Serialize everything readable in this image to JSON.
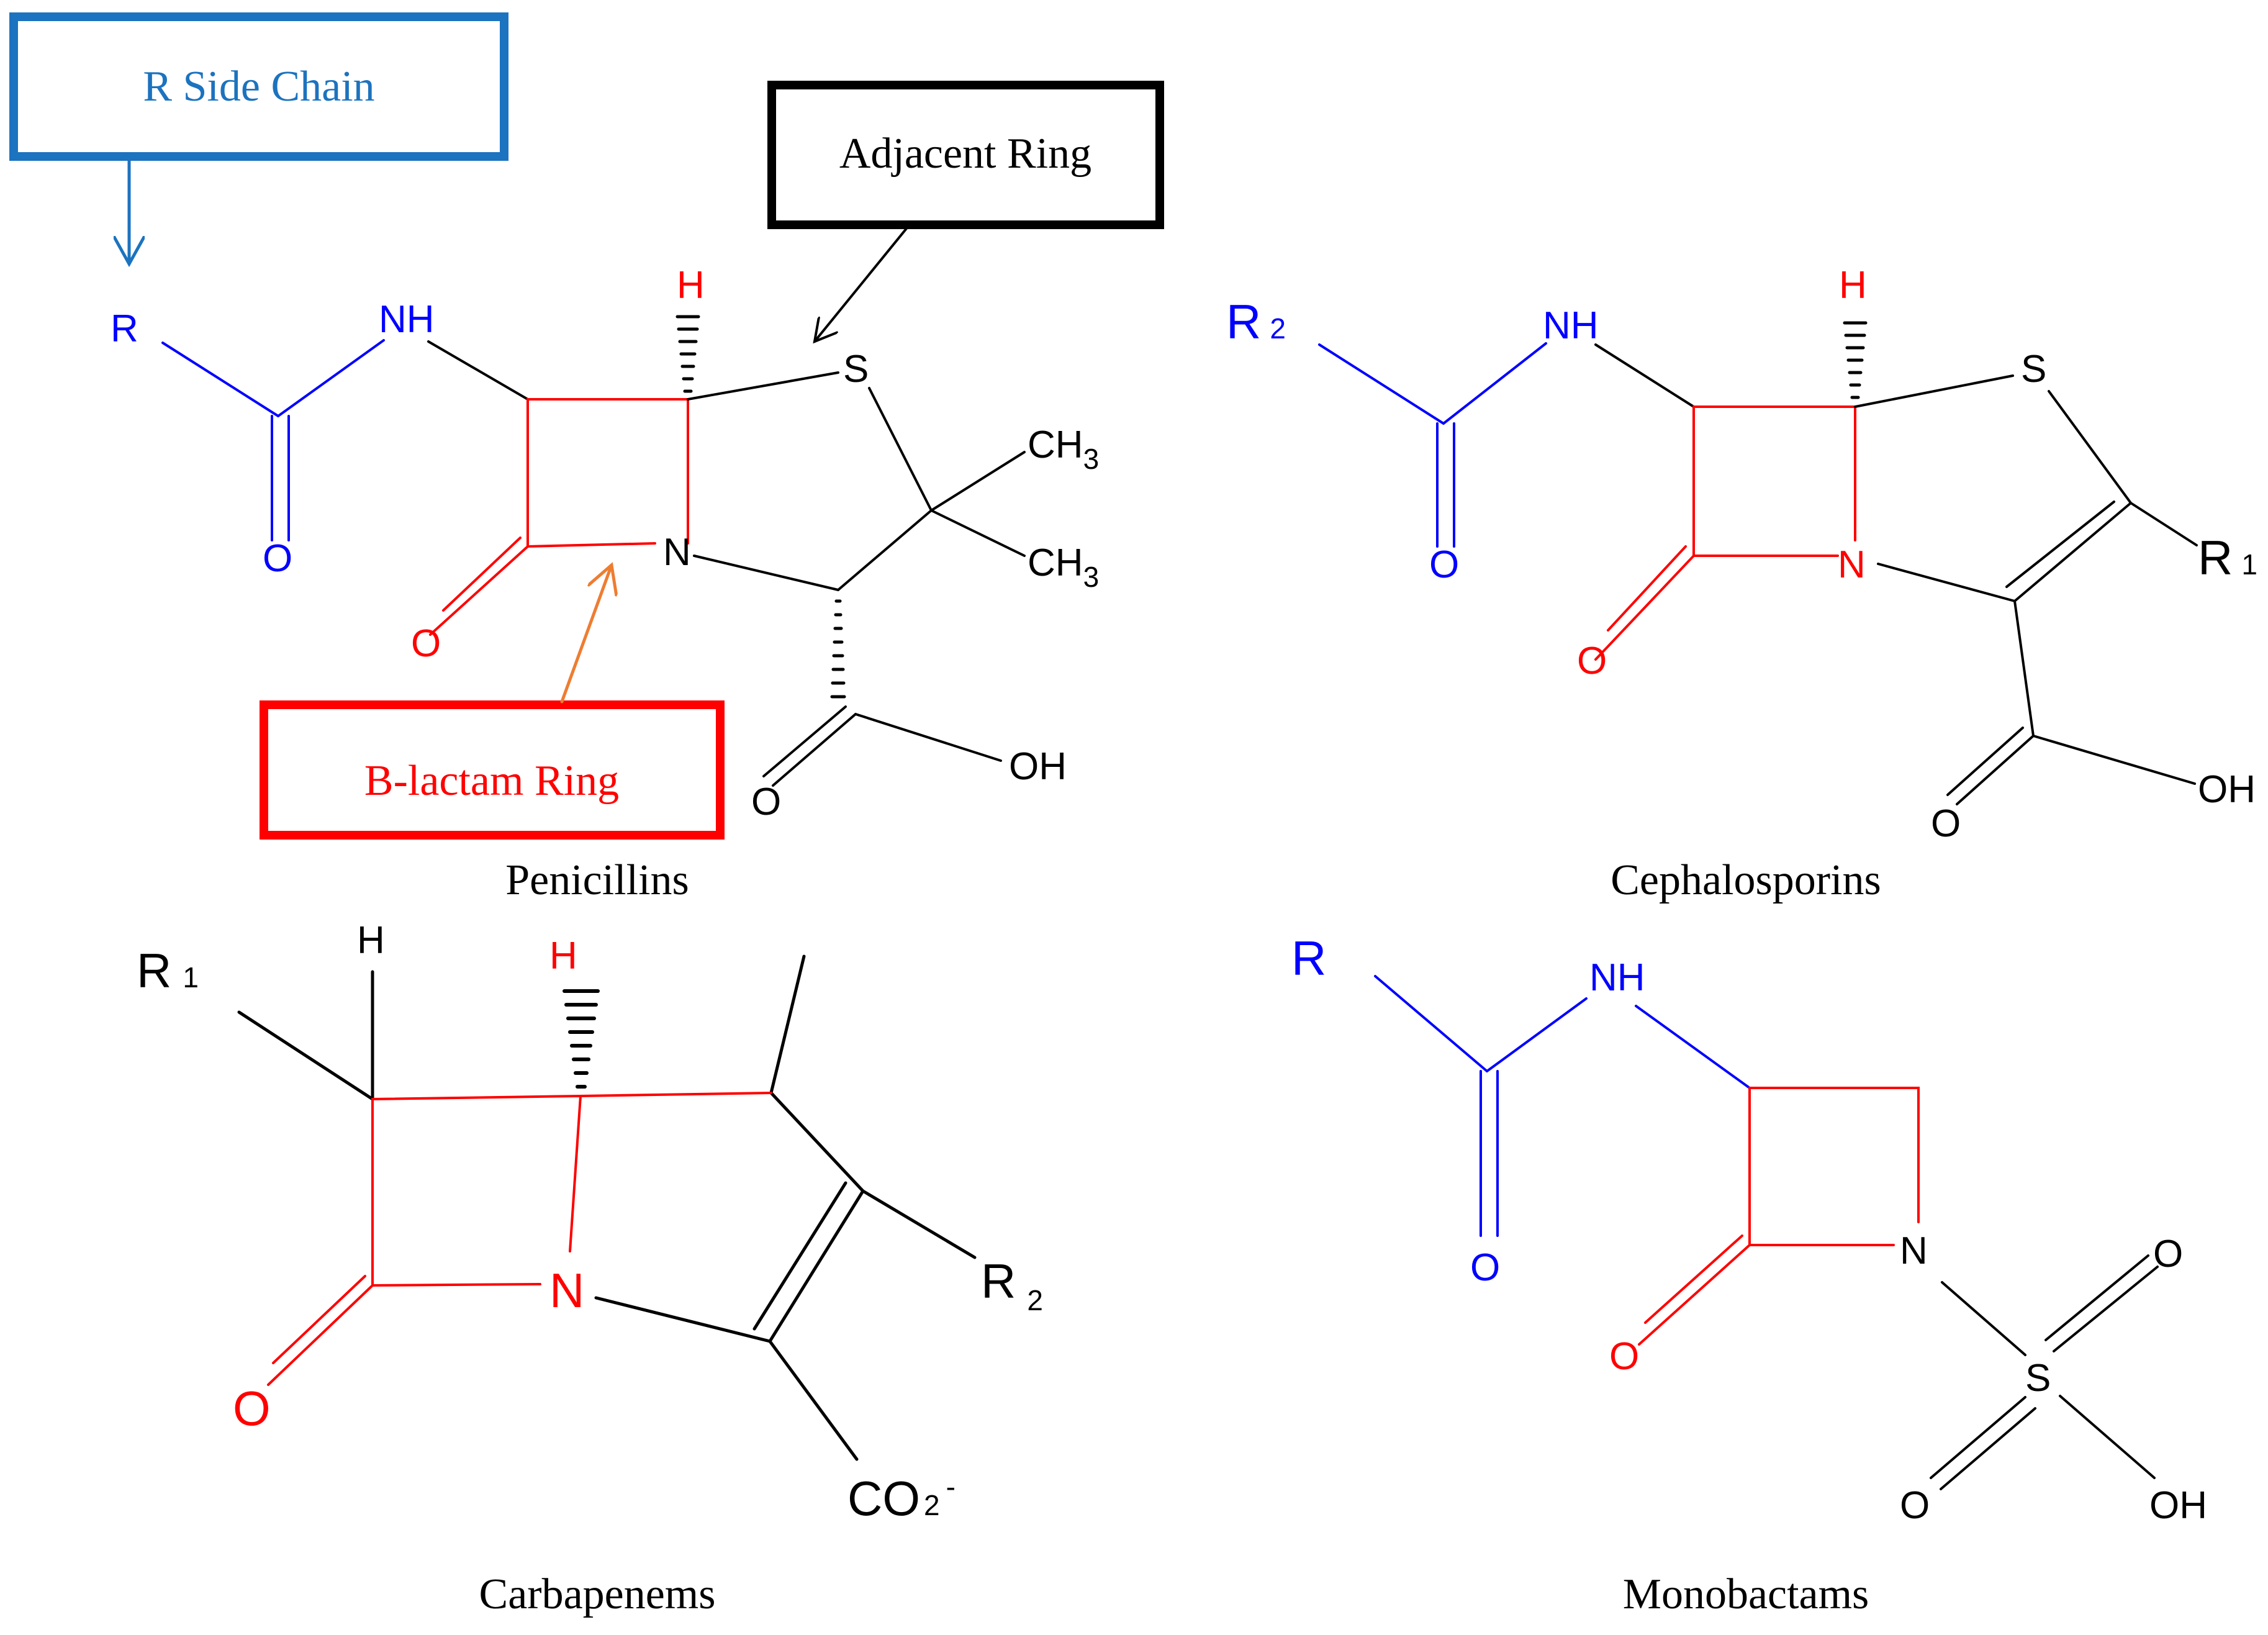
{
  "colors": {
    "side_chain": "#0000ff",
    "lactam": "#ff0000",
    "callout_blue": "#1c73bf",
    "callout_orange": "#ee7d31",
    "black": "#000000"
  },
  "callouts": {
    "r_side_chain": "R Side Chain",
    "adjacent_ring": "Adjacent Ring",
    "b_lactam_ring": "B-lactam Ring"
  },
  "captions": {
    "penicillins": "Penicillins",
    "cephalosporins": "Cephalosporins",
    "carbapenems": "Carbapenems",
    "monobactams": "Monobactams"
  },
  "penicillin": {
    "r": "R",
    "nh": "NH",
    "o_amide": "O",
    "h": "H",
    "s": "S",
    "n": "N",
    "o_lactam": "O",
    "ch": "CH",
    "three": "3",
    "o_acid": "O",
    "oh": "OH"
  },
  "cephalosporin": {
    "r": "R",
    "r_sub": "2",
    "nh": "NH",
    "o_amide": "O",
    "h": "H",
    "s": "S",
    "n": "N",
    "o_lactam": "O",
    "r1": "R",
    "r1_sub": "1",
    "o_acid": "O",
    "oh": "OH"
  },
  "carbapenem": {
    "r1": "R",
    "r1_sub": "1",
    "h_black": "H",
    "h_red": "H",
    "n": "N",
    "o": "O",
    "r2": "R",
    "r2_sub": "2",
    "co": "CO",
    "co_sub": "2",
    "charge": "-"
  },
  "monobactam": {
    "r": "R",
    "nh": "NH",
    "o_amide": "O",
    "n": "N",
    "o_lactam": "O",
    "s": "S",
    "o_top": "O",
    "o_bottom": "O",
    "oh": "OH"
  }
}
